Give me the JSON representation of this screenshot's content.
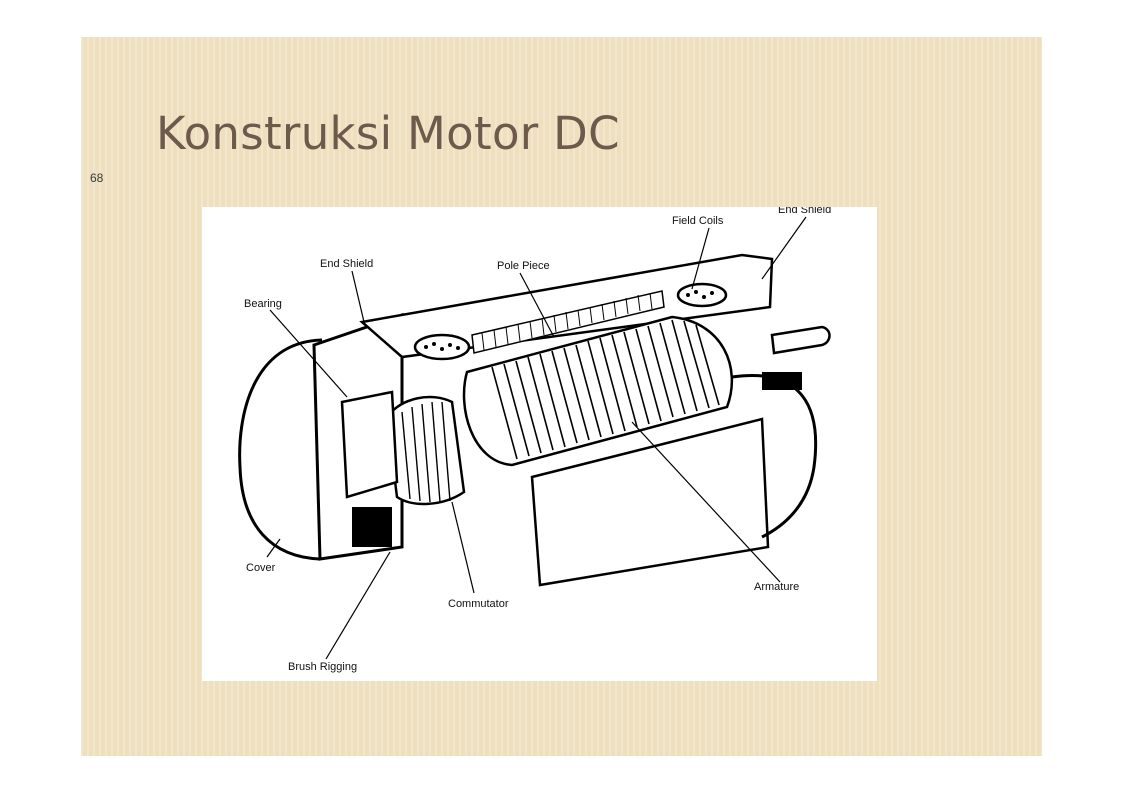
{
  "slide": {
    "title": "Konstruksi Motor DC",
    "page_number": "68",
    "background_color": "#eedfbf",
    "title_color": "#6e5a4c"
  },
  "diagram": {
    "labels": {
      "end_shield_left": "End Shield",
      "end_shield_right": "End Shield",
      "field_coils": "Field Coils",
      "pole_piece": "Pole Piece",
      "bearing": "Bearing",
      "cover": "Cover",
      "commutator": "Commutator",
      "armature": "Armature",
      "brush_rigging": "Brush Rigging"
    }
  }
}
